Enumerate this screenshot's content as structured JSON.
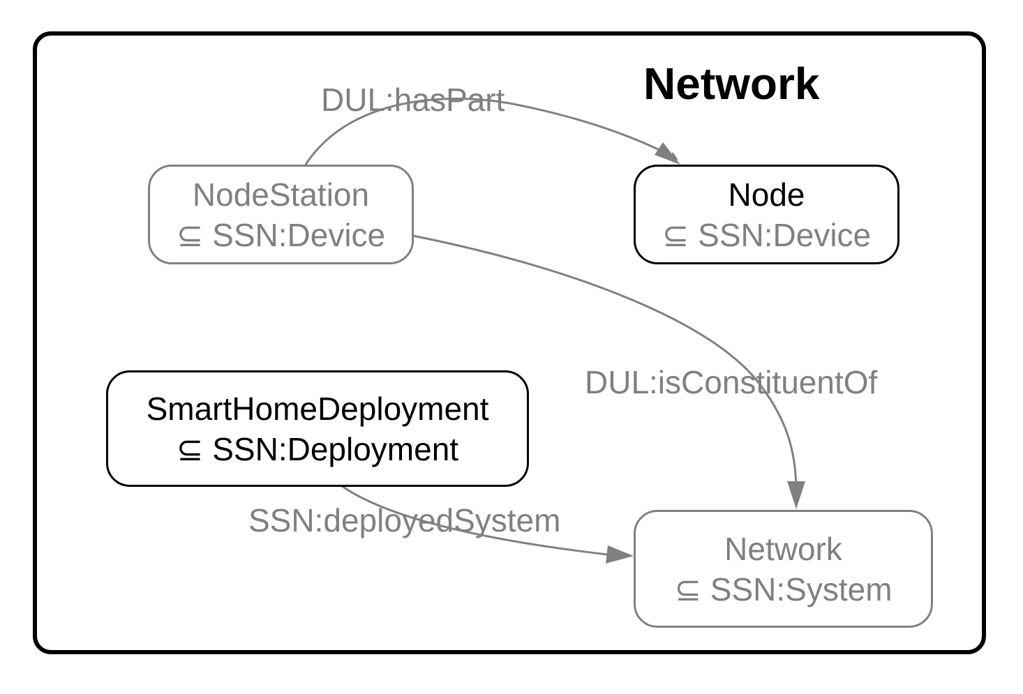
{
  "cluster": {
    "title": "Network"
  },
  "nodes": {
    "node_station": {
      "name": "NodeStation",
      "superclass": "⊆ SSN:Device"
    },
    "node": {
      "name": "Node",
      "superclass": "⊆ SSN:Device"
    },
    "smart_home_deployment": {
      "name": "SmartHomeDeployment",
      "superclass": "⊆ SSN:Deployment"
    },
    "network": {
      "name": "Network",
      "superclass": "⊆ SSN:System"
    }
  },
  "edges": {
    "has_part": {
      "label": "DUL:hasPart",
      "from": "NodeStation",
      "to": "Node"
    },
    "is_constituent_of": {
      "label": "DUL:isConstituentOf",
      "from": "NodeStation",
      "to": "Network"
    },
    "deployed_system": {
      "label": "SSN:deployedSystem",
      "from": "SmartHomeDeployment",
      "to": "Network"
    }
  },
  "colors": {
    "muted": "#808080",
    "primary": "#000000",
    "background": "#ffffff"
  }
}
